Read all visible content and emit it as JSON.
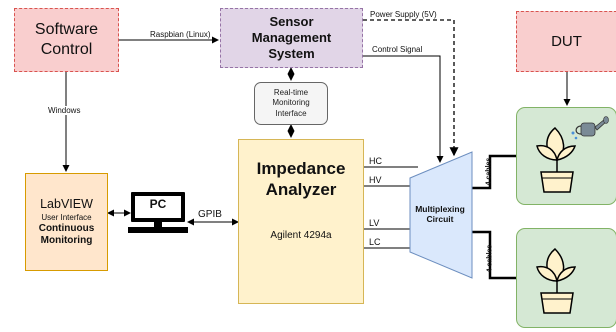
{
  "nodes": {
    "software": "Software\nControl",
    "sensor_title": "Sensor\nManagement\nSystem",
    "dut": "DUT",
    "monitoring": "Real-time\nMonitoring\nInterface",
    "labview_title": "LabVIEW",
    "labview_sub": "User Interface",
    "labview_bold": "Continuous\nMonitoring",
    "pc": "PC",
    "analyzer_title": "Impedance\nAnalyzer",
    "analyzer_model": "Agilent 4294a",
    "mux": "Multiplexing\nCircuit"
  },
  "edge_labels": {
    "raspbian": "Raspbian (Linux)",
    "windows": "Windows",
    "power": "Power Supply (5V)",
    "control": "Control Signal",
    "gpib": "GPIB",
    "hc": "HC",
    "hv": "HV",
    "lv": "LV",
    "lc": "LC",
    "cables_top": "4 cables",
    "cables_bottom": "4 cables"
  },
  "colors": {
    "red_fill": "#f9cece",
    "red_border": "#d9534f",
    "purple_fill": "#e1d5e7",
    "purple_border": "#9673a6",
    "orange_fill": "#ffe6cc",
    "orange_border": "#d79b00",
    "yellow_fill": "#fff2cc",
    "yellow_border": "#d6b656",
    "blue_fill": "#dae8fc",
    "blue_border": "#6c8ebf",
    "green_fill": "#d5e8d4",
    "green_border": "#82b366",
    "grey_fill": "#f5f5f5",
    "grey_border": "#666666"
  },
  "icons": [
    "computer-icon",
    "plant-pot-icon",
    "watering-can-icon",
    "plant-pot-icon"
  ]
}
